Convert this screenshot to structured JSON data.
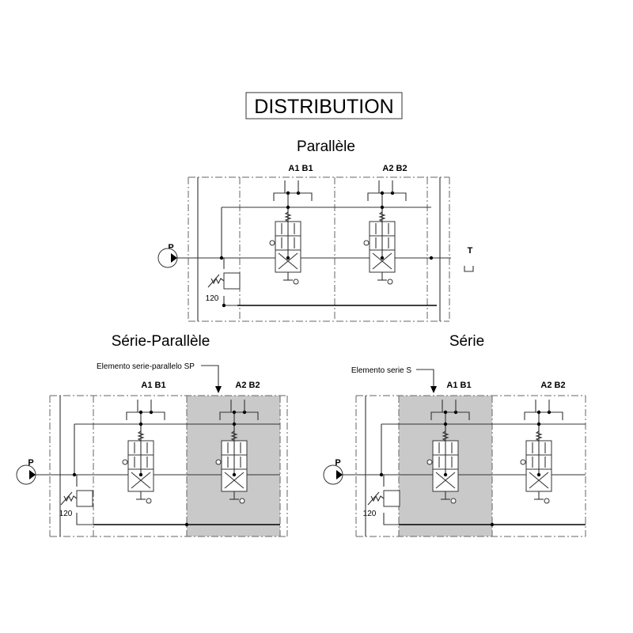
{
  "title": "DISTRIBUTION",
  "diagrams": {
    "parallel": {
      "label": "Parallèle",
      "ports": {
        "a1b1": "A1 B1",
        "a2b2": "A2 B2",
        "p": "P",
        "t": "T"
      },
      "relief_value": "120"
    },
    "series_parallel": {
      "label": "Série-Parallèle",
      "callout": "Elemento serie-parallelo SP",
      "ports": {
        "a1b1": "A1 B1",
        "a2b2": "A2 B2",
        "p": "P"
      },
      "relief_value": "120"
    },
    "series": {
      "label": "Série",
      "callout": "Elemento serie S",
      "ports": {
        "a1b1": "A1 B1",
        "a2b2": "A2 B2",
        "p": "P"
      },
      "relief_value": "120"
    }
  },
  "colors": {
    "highlight": "#c9c9c9",
    "line": "#333333",
    "background": "#ffffff"
  }
}
